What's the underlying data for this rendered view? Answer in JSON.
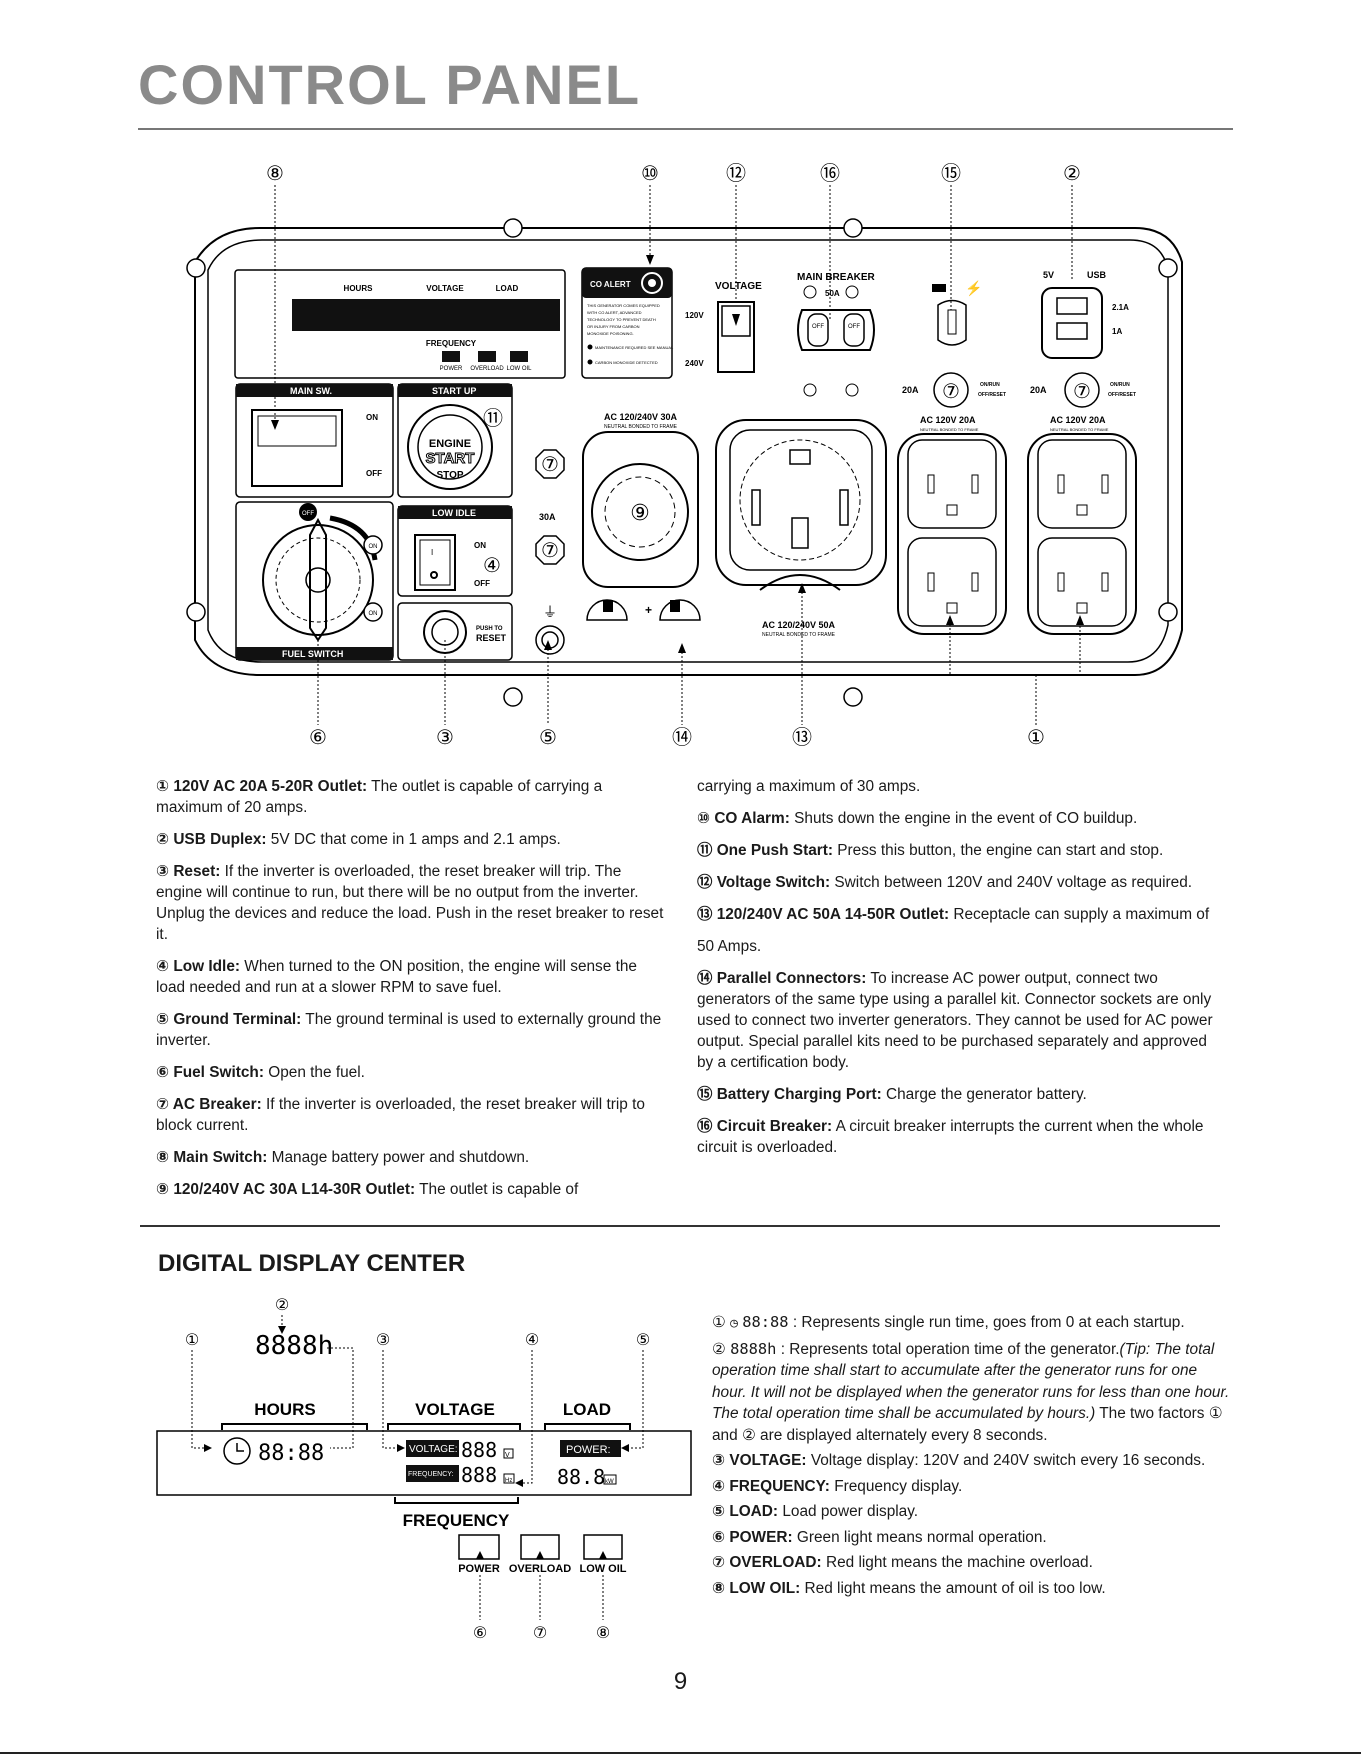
{
  "page": {
    "title": "CONTROL PANEL",
    "number": "9"
  },
  "panel": {
    "callouts_top": [
      "⑧",
      "⑩",
      "⑫",
      "⑯",
      "⑮",
      "②"
    ],
    "callouts_bottom": [
      "⑥",
      "③",
      "⑤",
      "⑭",
      "⑬",
      "①"
    ],
    "display": {
      "hours": "HOURS",
      "voltage": "VOLTAGE",
      "load": "LOAD",
      "frequency": "FREQUENCY",
      "power": "POWER",
      "overload": "OVERLOAD",
      "low_oil": "LOW OIL"
    },
    "co_alert": {
      "title": "CO ALERT",
      "text": "THIS GENERATOR COMES EQUIPPED WITH CO ALERT, ADVANCED TECHNOLOGY TO PREVENT DEATH OR INJURY FROM CARBON MONOXIDE POISONING.",
      "line1": "MAINTENANCE REQUIRED SEE MANUAL",
      "line2": "CARBON MONOXIDE DETECTED"
    },
    "voltage_switch": {
      "title": "VOLTAGE",
      "v120": "120V",
      "v240": "240V"
    },
    "main_breaker": {
      "title": "MAIN BREAKER",
      "amps": "50A",
      "off": "OFF"
    },
    "usb": {
      "v": "5V",
      "label": "USB",
      "a21": "2.1A",
      "a1": "1A"
    },
    "main_sw": {
      "title": "MAIN SW.",
      "on": "ON",
      "off": "OFF"
    },
    "start_up": {
      "title": "START UP",
      "l1": "ENGINE",
      "l2": "START",
      "l3": "STOP",
      "num": "⑪"
    },
    "low_idle": {
      "title": "LOW IDLE",
      "on": "ON",
      "off": "OFF",
      "num": "④"
    },
    "fuel_switch": {
      "title": "FUEL SWITCH",
      "off": "OFF",
      "on": "ON"
    },
    "reset": {
      "l1": "PUSH TO",
      "l2": "RESET"
    },
    "a30": "30A",
    "breaker_num": "⑦",
    "outlet_30": {
      "title": "AC 120/240V 30A",
      "sub": "NEUTRAL BONDED TO FRAME",
      "num": "⑨"
    },
    "outlet_50": {
      "title": "AC 120/240V 50A",
      "sub": "NEUTRAL BONDED TO FRAME"
    },
    "outlet_20": {
      "title": "AC 120V 20A",
      "sub": "NEUTRAL BONDED TO FRAME",
      "amps": "20A",
      "onrun": "ON/RUN",
      "offreset": "OFF/RESET"
    }
  },
  "legend_left": [
    {
      "num": "①",
      "term": "120V AC 20A 5-20R Outlet:",
      "text": " The outlet is capable of carrying a maximum of 20 amps."
    },
    {
      "num": "②",
      "term": "USB Duplex:",
      "text": " 5V DC that come in 1 amps and 2.1 amps."
    },
    {
      "num": "③",
      "term": "Reset:",
      "text": " If the inverter is overloaded, the reset breaker will trip. The engine will continue to run, but there will be no output from the inverter. Unplug the devices and reduce the load. Push in the reset breaker to reset it."
    },
    {
      "num": "④",
      "term": "Low Idle:",
      "text": " When turned to the ON position, the engine will sense the load needed and run at a slower RPM to save fuel."
    },
    {
      "num": "⑤",
      "term": "Ground Terminal:",
      "text": " The ground terminal is used to externally ground the inverter."
    },
    {
      "num": "⑥",
      "term": "Fuel Switch:",
      "text": " Open the fuel."
    },
    {
      "num": "⑦",
      "term": "AC Breaker:",
      "text": " If the inverter is overloaded, the reset breaker will trip to block current."
    },
    {
      "num": "⑧",
      "term": "Main Switch:",
      "text": " Manage battery power and shutdown."
    },
    {
      "num": "⑨",
      "term": "120/240V AC 30A L14-30R Outlet:",
      "text": " The outlet is capable of"
    }
  ],
  "legend_right": [
    {
      "num": "",
      "term": "",
      "text": "carrying a maximum of 30 amps."
    },
    {
      "num": "⑩",
      "term": "CO Alarm:",
      "text": " Shuts down the engine in the event of CO buildup."
    },
    {
      "num": "⑪",
      "term": "One Push Start:",
      "text": " Press this button, the engine can start and stop."
    },
    {
      "num": "⑫",
      "term": "Voltage Switch:",
      "text": " Switch between 120V and 240V voltage as required."
    },
    {
      "num": "⑬",
      "term": "120/240V AC 50A 14-50R Outlet:",
      "text": " Receptacle can supply a maximum of"
    },
    {
      "num": "",
      "term": "",
      "text": "50 Amps."
    },
    {
      "num": "⑭",
      "term": "Parallel Connectors:",
      "text": " To increase AC power output, connect two generators of the same type using a parallel kit. Connector sockets are only used to connect two inverter generators. They cannot be used for AC power output. Special parallel kits need to be purchased separately and approved by a certification body."
    },
    {
      "num": "⑮",
      "term": "Battery Charging Port:",
      "text": " Charge the generator battery."
    },
    {
      "num": "⑯",
      "term": "Circuit Breaker:",
      "text": " A circuit breaker interrupts the current when the whole circuit is overloaded."
    }
  ],
  "digital": {
    "heading": "DIGITAL DISPLAY CENTER",
    "callouts": [
      "①",
      "②",
      "③",
      "④",
      "⑤",
      "⑥",
      "⑦",
      "⑧"
    ],
    "hours_seg": "8888h",
    "time_seg": "88:88",
    "voltage_seg": "888",
    "freq_seg": "888",
    "power_seg": "88.8",
    "labels": {
      "hours": "HOURS",
      "voltage": "VOLTAGE",
      "load": "LOAD",
      "frequency": "FREQUENCY",
      "voltage_tag": "VOLTAGE:",
      "frequency_tag": "FREQUENCY:",
      "power_tag": "POWER:",
      "v_unit": "V",
      "hz_unit": "Hz",
      "kw_unit": "kW",
      "power": "POWER",
      "overload": "OVERLOAD",
      "low_oil": "LOW OIL"
    },
    "desc": {
      "d1_num": "①",
      "d1_sym": "88:88",
      "d1_text": " : Represents single run time, goes from 0 at each startup.",
      "d2_num": "②",
      "d2_sym": "8888h",
      "d2_text": " : Represents total operation time of the generator.",
      "d2_tip": "(Tip: The total operation time shall start to accumulate after the generator runs for one hour.  It will not be displayed when the generator runs for less than one hour.  The total operation time shall be accumulated by hours.)",
      "d2_tail": " The two factors ① and ② are displayed alternately every 8 seconds.",
      "items": [
        {
          "num": "③",
          "term": "VOLTAGE:",
          "text": " Voltage display: 120V and 240V switch every 16 seconds."
        },
        {
          "num": "④",
          "term": "FREQUENCY:",
          "text": " Frequency display."
        },
        {
          "num": "⑤",
          "term": "LOAD:",
          "text": " Load power display."
        },
        {
          "num": "⑥",
          "term": "POWER:",
          "text": " Green light means normal operation."
        },
        {
          "num": "⑦",
          "term": "OVERLOAD:",
          "text": " Red light means the machine overload."
        },
        {
          "num": "⑧",
          "term": "LOW OIL:",
          "text": " Red light means the amount of oil is too low."
        }
      ]
    }
  }
}
